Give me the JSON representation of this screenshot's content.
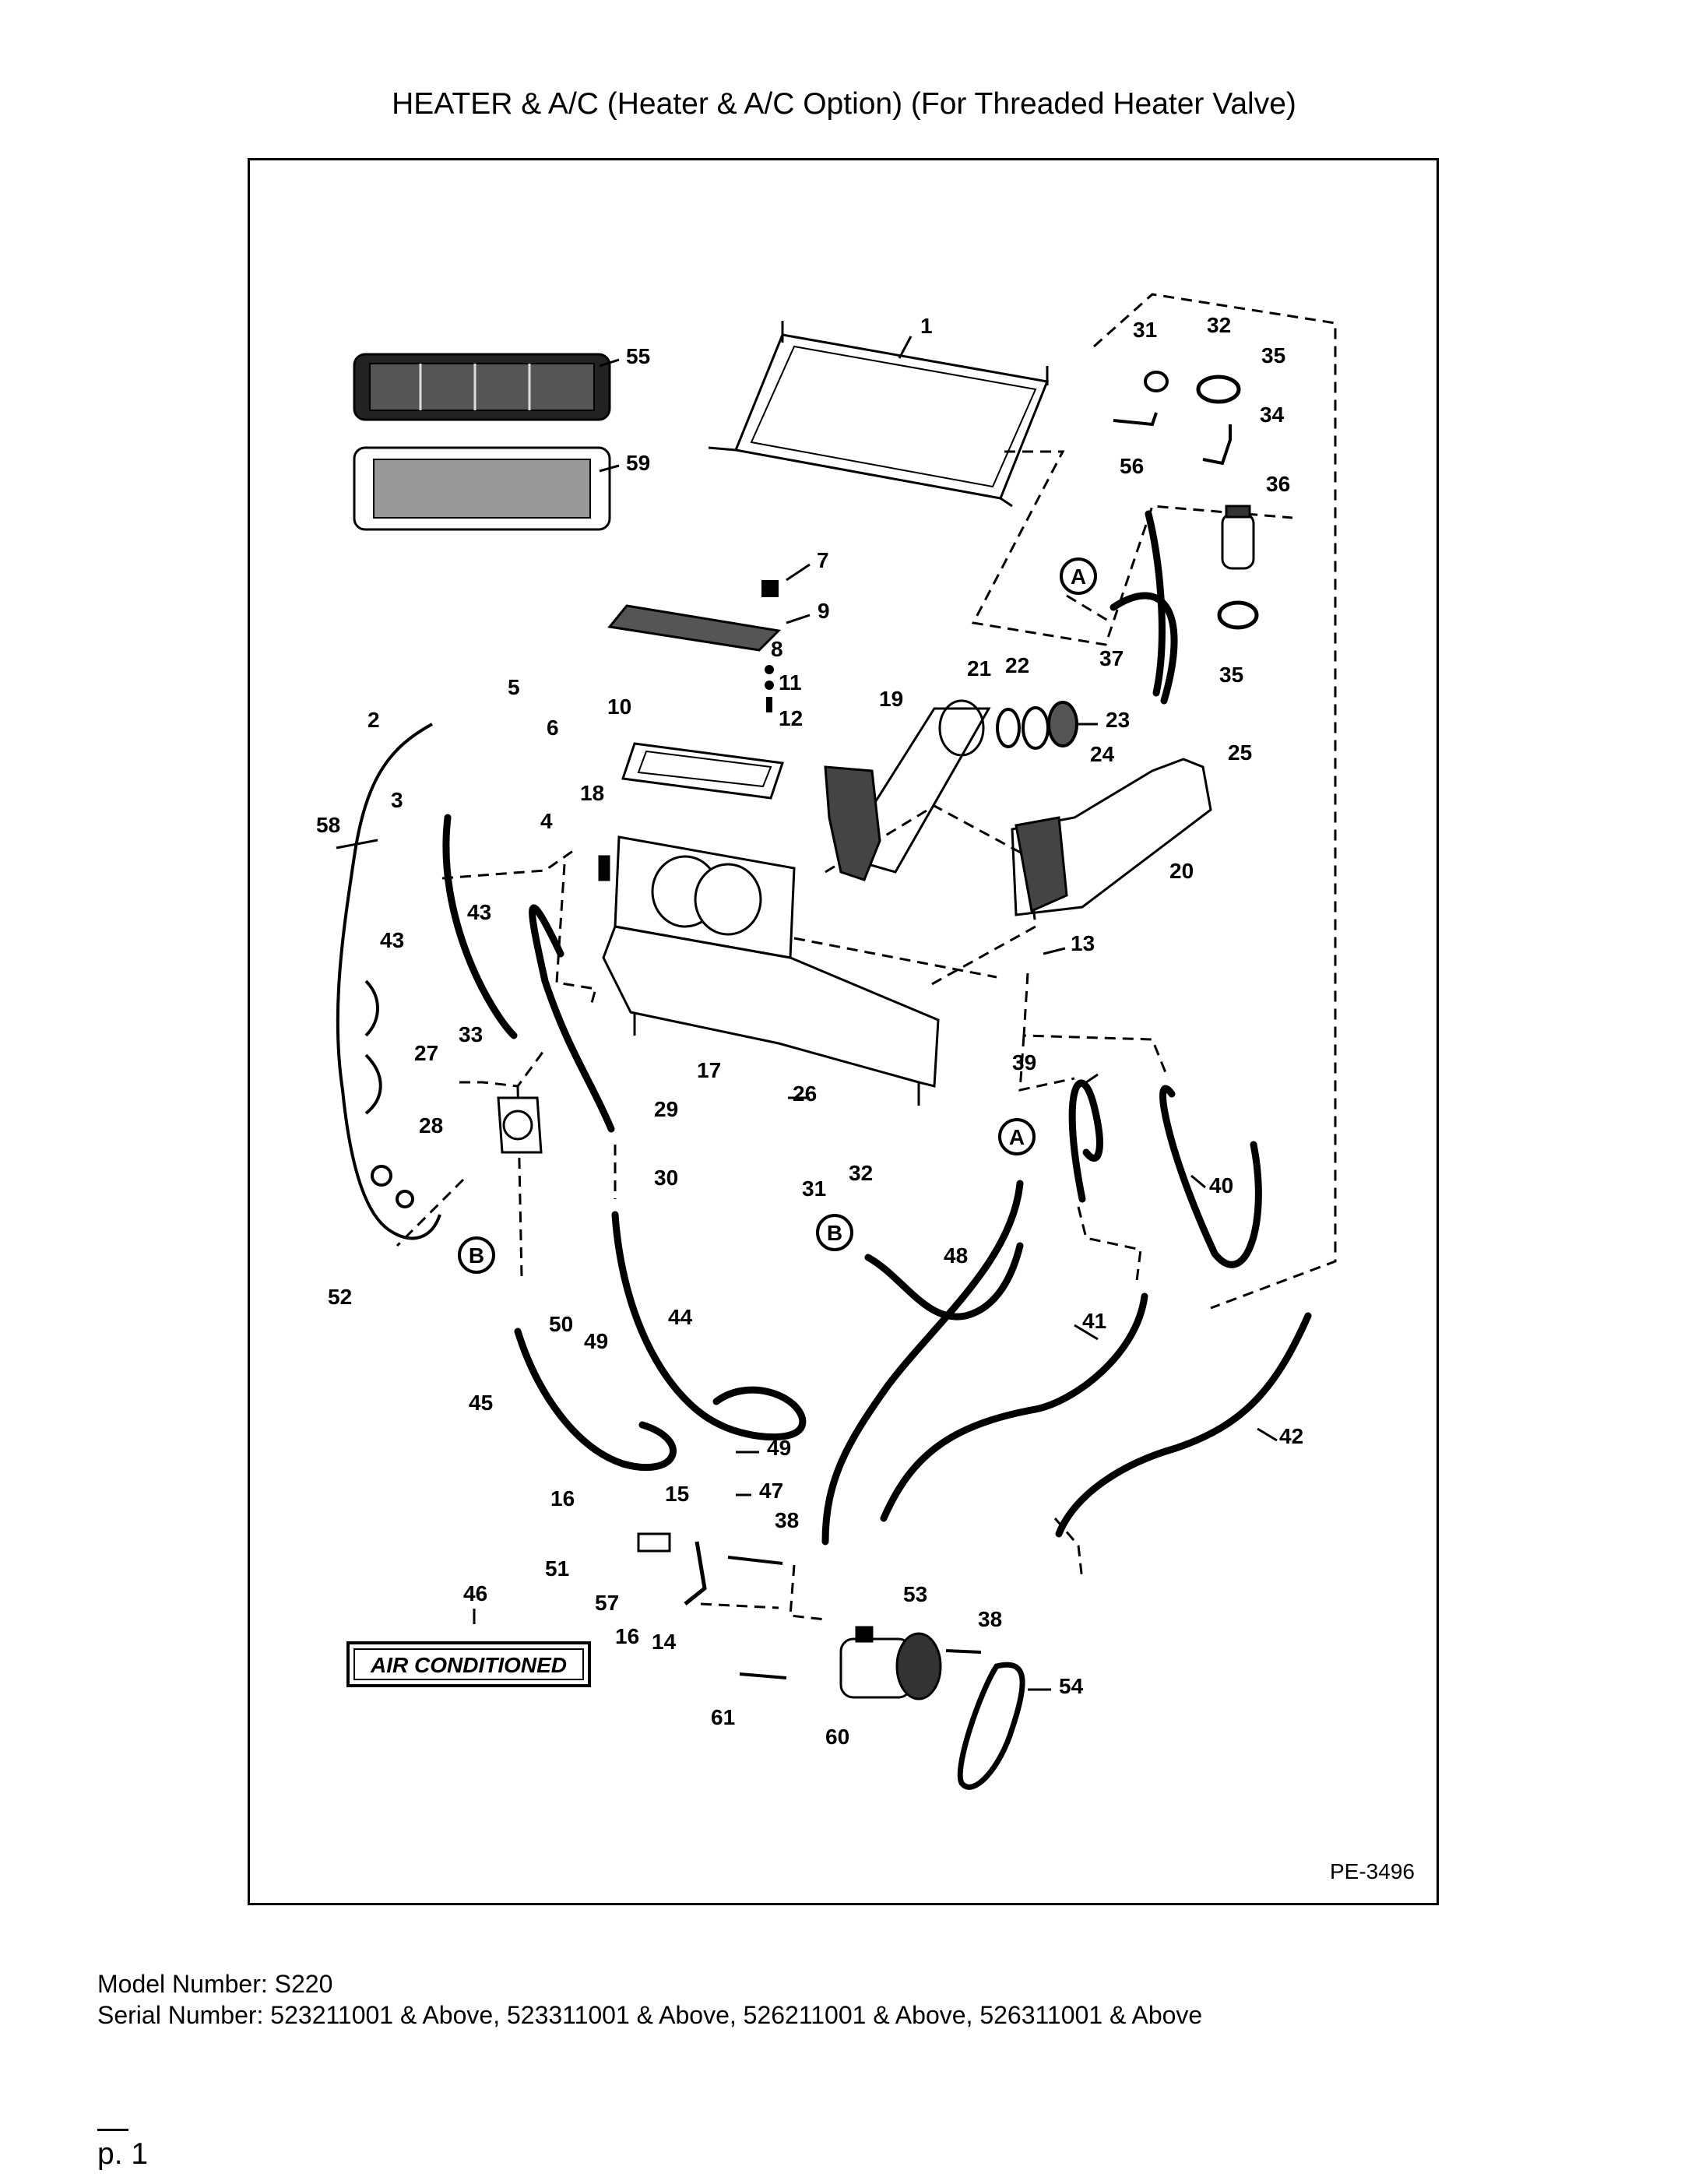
{
  "page_title": "HEATER & A/C (Heater & A/C Option) (For Threaded Heater Valve)",
  "diagram_code": "PE-3496",
  "badge_text": "AIR CONDITIONED",
  "callout_letters": [
    "A",
    "B"
  ],
  "part_numbers": [
    "1",
    "2",
    "3",
    "4",
    "5",
    "6",
    "7",
    "8",
    "9",
    "10",
    "11",
    "12",
    "13",
    "14",
    "15",
    "16",
    "17",
    "18",
    "19",
    "20",
    "21",
    "22",
    "23",
    "24",
    "25",
    "26",
    "27",
    "28",
    "29",
    "30",
    "31",
    "32",
    "33",
    "34",
    "35",
    "36",
    "37",
    "38",
    "39",
    "40",
    "41",
    "42",
    "43",
    "44",
    "45",
    "46",
    "47",
    "48",
    "49",
    "50",
    "51",
    "52",
    "53",
    "54",
    "55",
    "56",
    "57",
    "58",
    "59",
    "60",
    "61"
  ],
  "model_line": "Model Number: S220",
  "serial_line": "Serial Number: 523211001 & Above, 523311001 & Above, 526211001 & Above, 526311001 & Above",
  "page_number": "p. 1"
}
